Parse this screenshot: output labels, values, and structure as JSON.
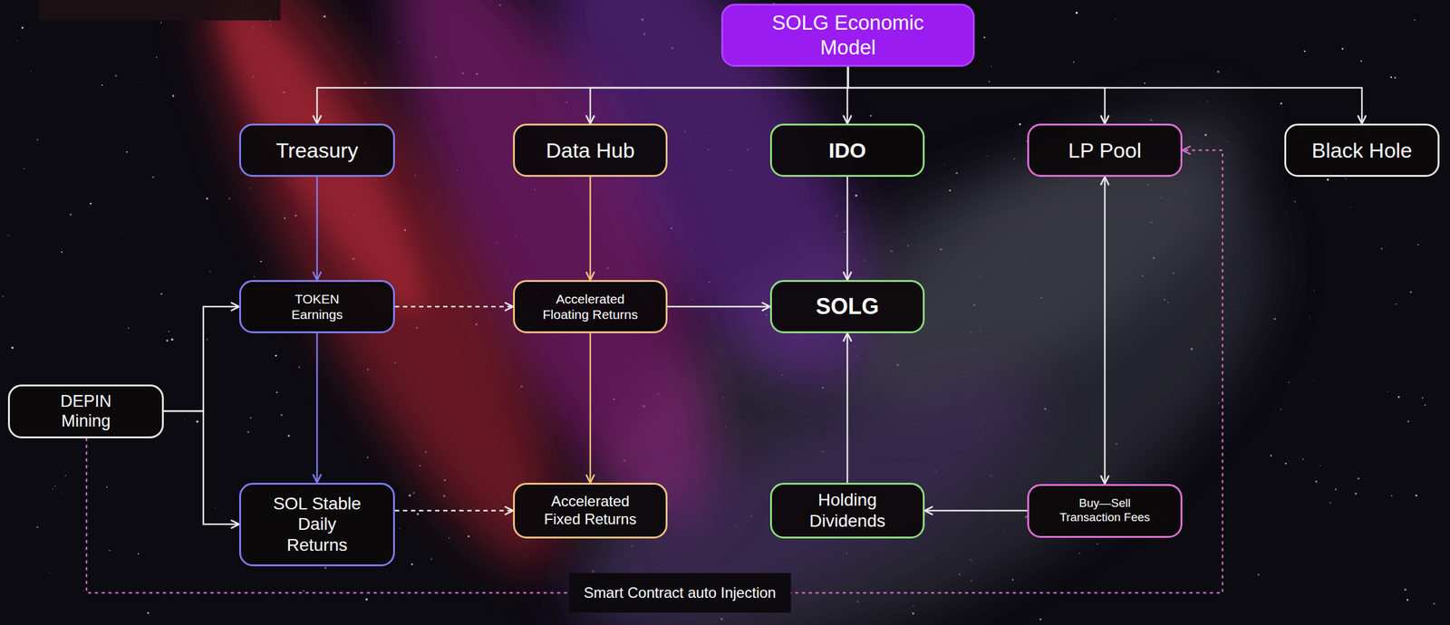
{
  "diagram": {
    "nodes": [
      {
        "text": [
          "SOLG Economic Model"
        ]
      },
      {
        "text": [
          "Treasury"
        ]
      },
      {
        "text": [
          "Data Hub"
        ]
      },
      {
        "text": [
          "IDO"
        ]
      },
      {
        "text": [
          "LP Pool"
        ]
      },
      {
        "text": [
          "Black Hole"
        ]
      },
      {
        "text": [
          "TOKEN Earnings"
        ]
      },
      {
        "text": [
          "Accelerated Floating Returns"
        ]
      },
      {
        "text": [
          "SOLG"
        ]
      },
      {
        "text": [
          "DEPIN Mining"
        ]
      },
      {
        "text": [
          "SOL Stable Daily Returns"
        ]
      },
      {
        "text": [
          "Accelerated Fixed Returns"
        ]
      },
      {
        "text": [
          "Holding Dividends"
        ]
      },
      {
        "text": [
          "Buy—Sell Transaction Fees"
        ]
      }
    ],
    "edges": [
      {
        "from": 0,
        "to": 1,
        "arrow": "to"
      },
      {
        "from": 0,
        "to": 2,
        "arrow": "to"
      },
      {
        "from": 0,
        "to": 3,
        "arrow": "to"
      },
      {
        "from": 0,
        "to": 4,
        "arrow": "to"
      },
      {
        "from": 0,
        "to": 5,
        "arrow": "to"
      },
      {
        "from": 1,
        "to": 6,
        "arrow": "to"
      },
      {
        "from": 6,
        "to": 10,
        "arrow": "to"
      },
      {
        "from": 2,
        "to": 7,
        "arrow": "to"
      },
      {
        "from": 7,
        "to": 11,
        "arrow": "to"
      },
      {
        "from": 3,
        "to": 8,
        "arrow": "to"
      },
      {
        "from": 7,
        "to": 8,
        "arrow": "to"
      },
      {
        "from": 12,
        "to": 8,
        "arrow": "to"
      },
      {
        "from": 13,
        "to": 12,
        "arrow": "to"
      },
      {
        "from": 4,
        "to": 13,
        "arrow": "both"
      },
      {
        "from": 9,
        "to": 6,
        "arrow": "to"
      },
      {
        "from": 9,
        "to": 10,
        "arrow": "to"
      },
      {
        "from": 6,
        "to": 7,
        "arrow": "to"
      },
      {
        "from": 10,
        "to": 11,
        "arrow": "to"
      },
      {
        "from": 9,
        "to": 4,
        "label": "Smart Contract auto Injection",
        "arrow": "to"
      }
    ]
  }
}
